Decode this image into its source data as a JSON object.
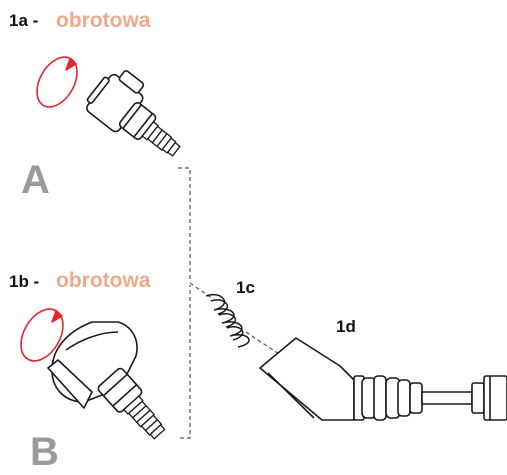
{
  "colors": {
    "ink": "#1a1a1a",
    "accent_text": "#f0a98a",
    "rotation_arrow": "#e8242c",
    "letter_gray": "#9a9a9a",
    "connector": "#555555"
  },
  "labels": {
    "part_1a_code": "1a -",
    "part_1a_word": "obrotowa",
    "part_1b_code": "1b -",
    "part_1b_word": "obrotowa",
    "part_1c": "1c",
    "part_1d": "1d",
    "variant_a": "A",
    "variant_b": "B"
  },
  "icons": {
    "rotation_a": "rotation-arrow-icon",
    "rotation_b": "rotation-arrow-icon",
    "plug_a": "elbow-plug-icon",
    "plug_b": "elbow-plug-icon",
    "spring": "coil-spring-icon",
    "nozzle": "angled-nozzle-icon"
  }
}
